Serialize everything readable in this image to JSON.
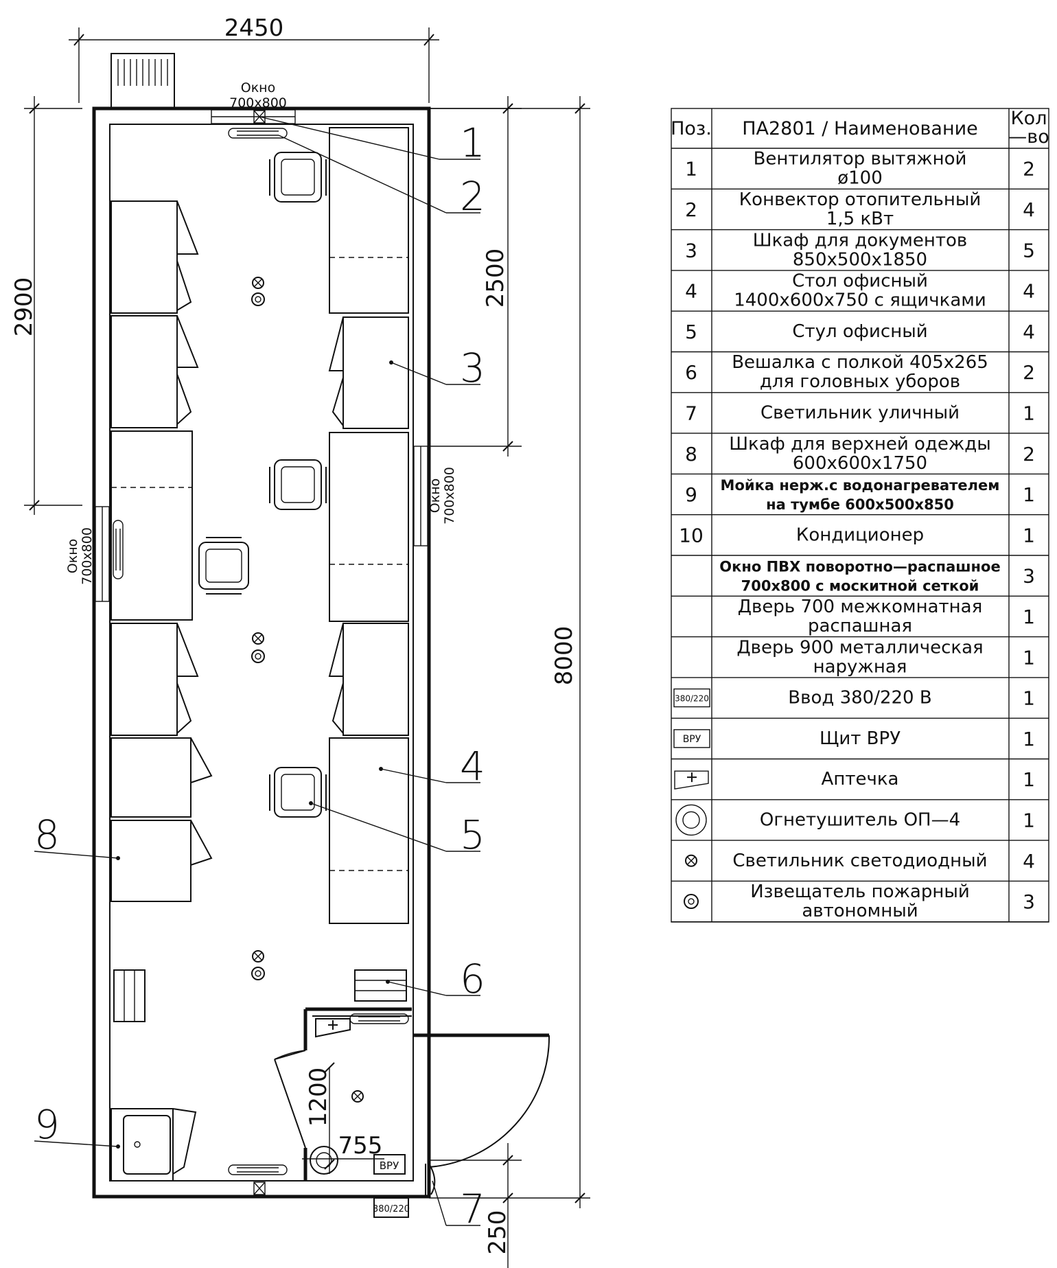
{
  "plan": {
    "dimensions": {
      "width": "2450",
      "length": "8000",
      "left_segment": "2900",
      "right_segment": "2500",
      "vestibule_height": "1200",
      "vestibule_width": "755",
      "step": "250"
    },
    "windows": {
      "top_label": "Окно",
      "top_size": "700х800",
      "left_label": "Окно",
      "left_size": "700х800",
      "right_label": "Окно",
      "right_size": "700х800"
    },
    "callouts": [
      "1",
      "2",
      "3",
      "4",
      "5",
      "6",
      "7",
      "8",
      "9"
    ],
    "panel_label": "ВРУ",
    "input_label": "380/220"
  },
  "table": {
    "header": {
      "pos": "Поз.",
      "name": "ПА2801 / Наименование",
      "qty_line1": "Кол",
      "qty_line2": "—во"
    },
    "rows": [
      {
        "pos": "1",
        "name1": "Вентилятор вытяжной",
        "name2": "ø100",
        "qty": "2",
        "style": "normal"
      },
      {
        "pos": "2",
        "name1": "Конвектор отопительный",
        "name2": "1,5 кВт",
        "qty": "4",
        "style": "normal"
      },
      {
        "pos": "3",
        "name1": "Шкаф для документов",
        "name2": "850х500х1850",
        "qty": "5",
        "style": "normal"
      },
      {
        "pos": "4",
        "name1": "Стол офисный",
        "name2": "1400х600х750 с ящичками",
        "qty": "4",
        "style": "normal"
      },
      {
        "pos": "5",
        "name1": "Стул офисный",
        "name2": "",
        "qty": "4",
        "style": "normal"
      },
      {
        "pos": "6",
        "name1": "Вешалка с полкой 405х265",
        "name2": "для головных уборов",
        "qty": "2",
        "style": "normal"
      },
      {
        "pos": "7",
        "name1": "Светильник уличный",
        "name2": "",
        "qty": "1",
        "style": "normal"
      },
      {
        "pos": "8",
        "name1": "Шкаф для верхней одежды",
        "name2": "600х600х1750",
        "qty": "2",
        "style": "normal"
      },
      {
        "pos": "9",
        "name1": "Мойка нерж.с водонагревателем",
        "name2": "на тумбе 600х500х850",
        "qty": "1",
        "style": "bold"
      },
      {
        "pos": "10",
        "name1": "Кондиционер",
        "name2": "",
        "qty": "1",
        "style": "normal"
      },
      {
        "pos": "",
        "name1": "Окно ПВХ поворотно—распашное",
        "name2": "700х800 с москитной сеткой",
        "qty": "3",
        "style": "bold"
      },
      {
        "pos": "",
        "name1": "Дверь 700 межкомнатная",
        "name2": "распашная",
        "qty": "1",
        "style": "normal"
      },
      {
        "pos": "",
        "name1": "Дверь 900 металлическая",
        "name2": "наружная",
        "qty": "1",
        "style": "normal"
      },
      {
        "pos": "",
        "pos_icon": "input-380-220",
        "pos_icon_text": "380/220",
        "name1": "Ввод 380/220 В",
        "name2": "",
        "qty": "1",
        "style": "normal"
      },
      {
        "pos": "",
        "pos_icon": "vru-panel",
        "pos_icon_text": "ВРУ",
        "name1": "Щит ВРУ",
        "name2": "",
        "qty": "1",
        "style": "normal"
      },
      {
        "pos": "",
        "pos_icon": "first-aid-kit",
        "name1": "Аптечка",
        "name2": "",
        "qty": "1",
        "style": "normal"
      },
      {
        "pos": "",
        "pos_icon": "fire-extinguisher",
        "name1": "Огнетушитель ОП—4",
        "name2": "",
        "qty": "1",
        "style": "normal"
      },
      {
        "pos": "",
        "pos_icon": "led-light",
        "name1": "Светильник светодиодный",
        "name2": "",
        "qty": "4",
        "style": "normal"
      },
      {
        "pos": "",
        "pos_icon": "smoke-detector",
        "name1": "Извещатель пожарный",
        "name2": "автономный",
        "qty": "3",
        "style": "normal"
      }
    ]
  }
}
